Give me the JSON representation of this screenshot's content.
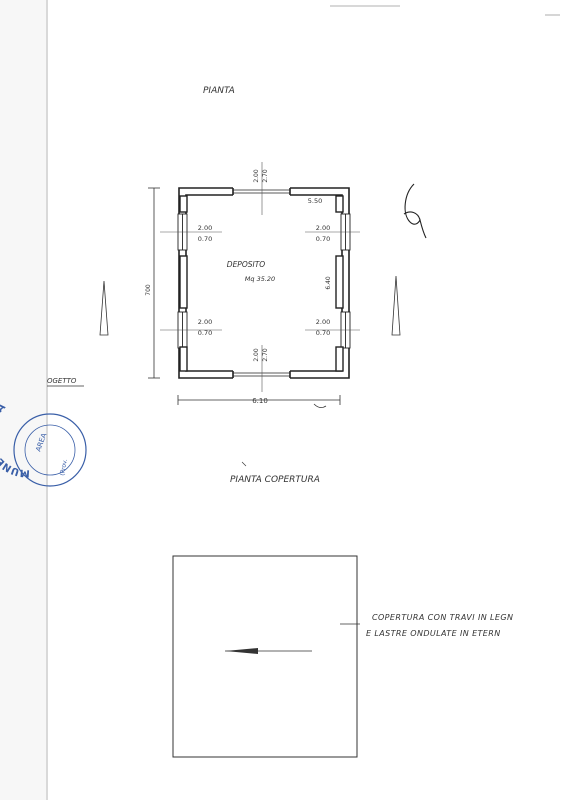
{
  "plan": {
    "title": "PIANTA",
    "room_name": "DEPOSITO",
    "room_area": "Mq 35.20",
    "dim_left": "700",
    "dim_bottom": "6.10",
    "dim_inner_right_top": "5.50",
    "dim_inner_right_mid": "6.40",
    "openings": {
      "top": {
        "top": "2.00",
        "bottom": "2.70"
      },
      "bottom": {
        "top": "2.00",
        "bottom": "2.70"
      },
      "left_upper": {
        "top": "2.00",
        "bottom": "0.70"
      },
      "left_lower": {
        "top": "2.00",
        "bottom": "0.70"
      },
      "right_upper": {
        "top": "2.00",
        "bottom": "0.70"
      },
      "right_lower": {
        "top": "2.00",
        "bottom": "0.70"
      }
    },
    "margin_label": "OGETTO"
  },
  "roof": {
    "title": "PIANTA COPERTURA",
    "note_line1": "COPERTURA CON TRAVI IN LEGN",
    "note_line2": "E LASTRE ONDULATE IN ETERN"
  },
  "stamp": {
    "outer_text": "MUNE DI ISPICA",
    "inner_text": "AREA",
    "side_text": "(Prov."
  },
  "colors": {
    "ink": "#333333",
    "stamp": "#3a5fa8",
    "binding_shadow": "#d8d8d8"
  }
}
